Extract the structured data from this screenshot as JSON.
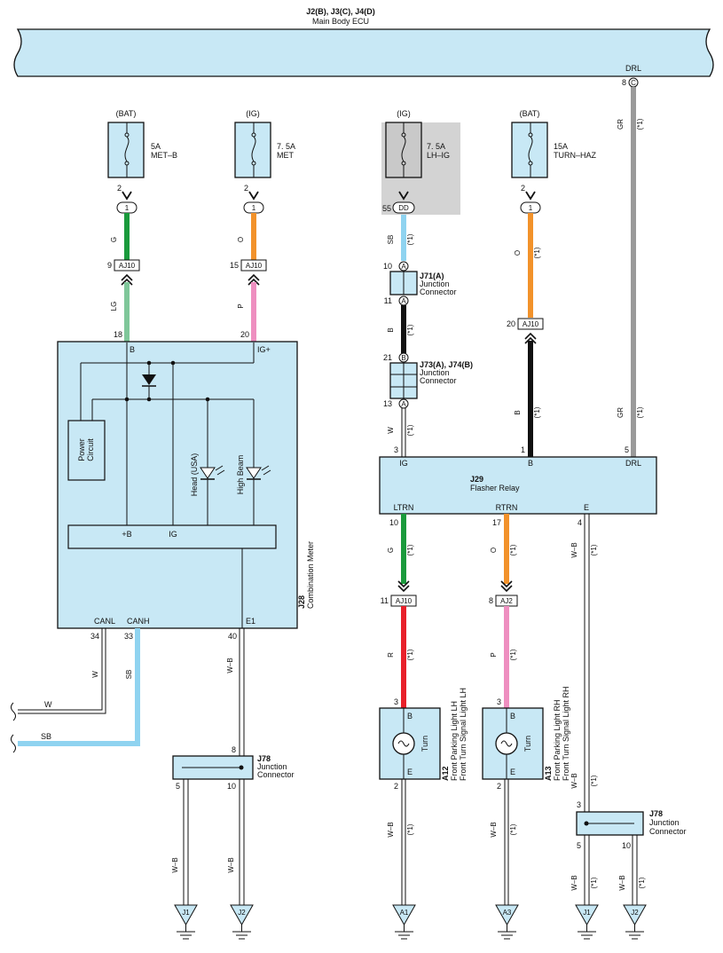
{
  "ecu": {
    "title": "J2(B), J3(C), J4(D)",
    "name": "Main Body ECU",
    "drl_label": "DRL",
    "drl_pin": "8",
    "drl_conn": "C"
  },
  "fuses": {
    "met_b": {
      "source": "(BAT)",
      "rating": "5A",
      "name": "MET–B",
      "out_pin": "2",
      "conn": "1"
    },
    "met": {
      "source": "(IG)",
      "rating": "7. 5A",
      "name": "MET",
      "out_pin": "2",
      "conn": "1"
    },
    "lh_ig": {
      "source": "(IG)",
      "rating": "7. 5A",
      "name": "LH–IG",
      "out_pin": "55",
      "conn": "DD"
    },
    "turn_haz": {
      "source": "(BAT)",
      "rating": "15A",
      "name": "TURN–HAZ",
      "out_pin": "2",
      "conn": "1"
    }
  },
  "wires": {
    "g": "G",
    "lg": "LG",
    "o": "O",
    "p": "P",
    "sb": "SB",
    "b": "B",
    "w": "W",
    "gr": "GR",
    "r": "R",
    "wb": "W–B",
    "star1": "(*1)"
  },
  "connectors": {
    "aj10": "AJ10",
    "aj2": "AJ2",
    "j71": {
      "title": "J71(A)",
      "desc1": "Junction",
      "desc2": "Connector",
      "pin_a": "10",
      "pin_b": "11",
      "letter": "A"
    },
    "j73": {
      "title": "J73(A), J74(B)",
      "desc1": "Junction",
      "desc2": "Connector",
      "pin_top": "21",
      "pin_bottom": "13",
      "letter_top": "B",
      "letter_bottom": "A"
    },
    "j78": {
      "title": "J78",
      "desc1": "Junction",
      "desc2": "Connector"
    }
  },
  "pins": {
    "p9": "9",
    "p15": "15",
    "p18": "18",
    "p20": "20",
    "p3": "3",
    "p1": "1",
    "p5": "5",
    "p10": "10",
    "p17": "17",
    "p4": "4",
    "p11": "11",
    "p8": "8",
    "p34": "34",
    "p33": "33",
    "p40": "40",
    "p2": "2"
  },
  "meter": {
    "id": "J28",
    "name": "Combination Meter",
    "pin_b": "B",
    "pin_igp": "IG+",
    "power1": "Power",
    "power2": "Circuit",
    "head": "Head (USA)",
    "high": "High Beam",
    "plus_b": "+B",
    "ig": "IG",
    "canl": "CANL",
    "canh": "CANH",
    "e1": "E1"
  },
  "relay": {
    "id": "J29",
    "name": "Flasher Relay",
    "ig": "IG",
    "b": "B",
    "drl": "DRL",
    "ltrn": "LTRN",
    "rtrn": "RTRN",
    "e": "E"
  },
  "lamps": {
    "a12": {
      "id": "A12",
      "line1": "Front Parking Light LH",
      "line2": "Front Turn Signal Light LH",
      "turn": "Turn",
      "b": "B",
      "e": "E"
    },
    "a13": {
      "id": "A13",
      "line1": "Front Parking Light RH",
      "line2": "Front Turn Signal Light RH",
      "turn": "Turn",
      "b": "B",
      "e": "E"
    }
  },
  "left_wires": {
    "w": "W",
    "sb": "SB"
  },
  "grounds": {
    "j1": "J1",
    "j2": "J2",
    "a1": "A1",
    "a3": "A3"
  },
  "colors": {
    "green": "#1a9a3c",
    "light_green": "#7fc79a",
    "orange": "#f2922b",
    "pink": "#ee8fc0",
    "sky": "#8fd3f0",
    "black": "#111111",
    "gray": "#9a9a9a",
    "red": "#e8202a",
    "box_fill": "#c8e8f5",
    "shade": "#d3d3d3"
  }
}
